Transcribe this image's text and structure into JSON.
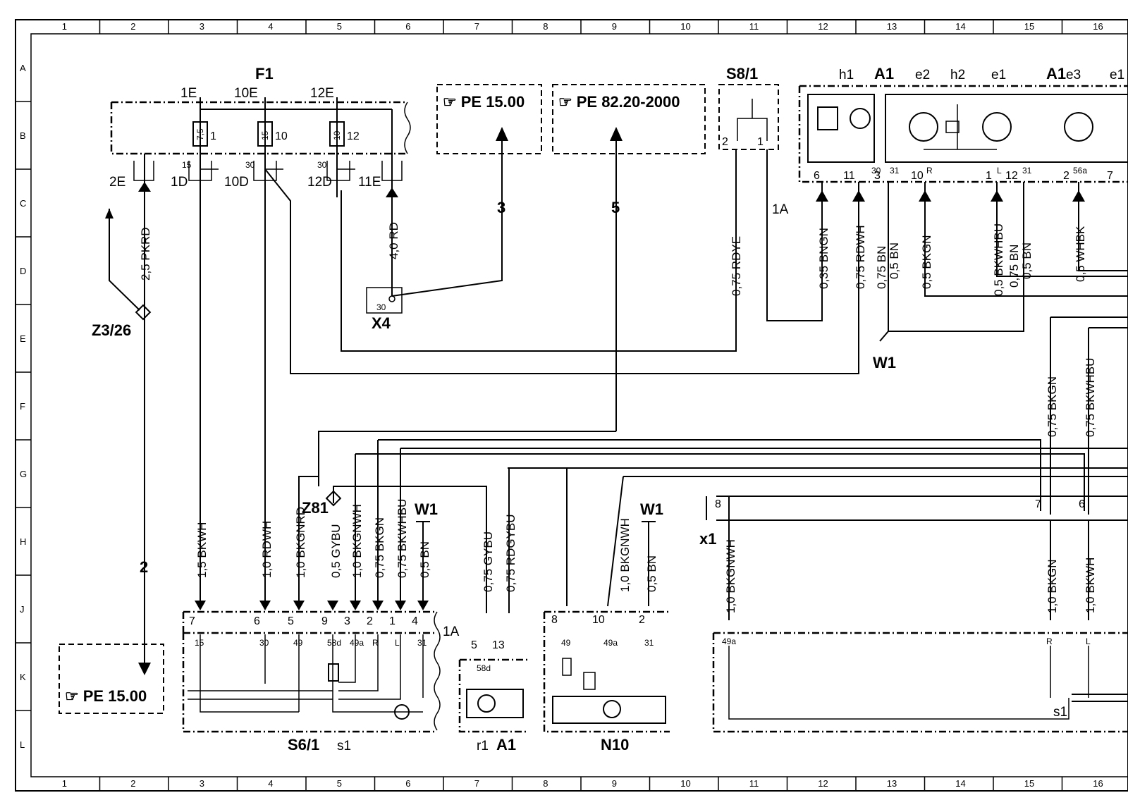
{
  "grid": {
    "cols": [
      "1",
      "2",
      "3",
      "4",
      "5",
      "6",
      "7",
      "8",
      "9",
      "10",
      "11",
      "12",
      "13",
      "14",
      "15",
      "16"
    ],
    "rows": [
      "A",
      "B",
      "C",
      "D",
      "E",
      "F",
      "G",
      "H",
      "J",
      "K",
      "L"
    ]
  },
  "components": {
    "f1": "F1",
    "s8": "S8/1",
    "x4": "X4",
    "z3": "Z3/26",
    "z81": "Z81",
    "w1": "W1",
    "s6": "S6/1",
    "s1": "s1",
    "r1": "r1",
    "a1": "A1",
    "n10": "N10",
    "x1": "x1",
    "h1": "h1",
    "e2": "e2",
    "h2": "h2",
    "e1": "e1",
    "e3": "e3",
    "e1b": "e1"
  },
  "references": {
    "pe1500": "PE  15.00",
    "pe8220": "PE  82.20-2000",
    "pe1500b": "PE  15.00",
    "symbol": "☞"
  },
  "fuses": {
    "f1": {
      "top": "1E",
      "value": "7,5",
      "num": "1",
      "bottom": "15"
    },
    "f2": {
      "top": "10E",
      "value": "15",
      "num": "10",
      "bottom": "30"
    },
    "f3": {
      "top": "12E",
      "value": "10",
      "num": "12",
      "bottom": "30"
    }
  },
  "connectors": {
    "c2e": "2E",
    "c1d": "1D",
    "c10d": "10D",
    "c12d": "12D",
    "c11e": "11E",
    "c1a": "1A",
    "c1a2": "1A",
    "x4pin": "30",
    "s8p2": "2",
    "s8p1": "1"
  },
  "wires": {
    "w1": "2,5  PKRD",
    "w2": "4,0  RD",
    "w3": "0,75  RDYE",
    "w4": "0,35  BNGN",
    "w5": "0,75  RDWH",
    "w6": "0,75  BN",
    "w6b": "0,5  BN",
    "w7": "0,5  BKGN",
    "w8": "0,5  BKWHBU",
    "w9": "0,75  BN",
    "w9b": "0,5  BN",
    "w10": "0,5  WHBK",
    "w11": "0,75  BKGN",
    "w12": "0,75  BKWHBU",
    "w13": "1,5  BKWH",
    "w14": "1,0  RDWH",
    "w15": "1,0  BKGNRD",
    "w16": "0,5  GYBU",
    "w17": "1,0  BKGNWH",
    "w18": "0,75  BKGN",
    "w19": "0,75  BKWHBU",
    "w20": "0,5  BN",
    "w21": "0,75  GYBU",
    "w22": "0,75  RDGYBU",
    "w23": "1,0  BKGNWH",
    "w24": "0,5  BN",
    "w25": "1,0  BKGNWH",
    "w26": "1,0  BKGN",
    "w27": "1,0  BKWH"
  },
  "signals": {
    "s2": "2",
    "s3": "3",
    "s5": "5"
  },
  "pins": {
    "a1": [
      "6",
      "11",
      "3",
      "10",
      "1",
      "12",
      "2",
      "7"
    ],
    "a1top": [
      "30",
      "31",
      "R",
      "L",
      "31",
      "56a"
    ],
    "s6": [
      "7",
      "6",
      "5",
      "9",
      "3",
      "2",
      "1",
      "4"
    ],
    "s6in": [
      "15",
      "30",
      "49",
      "58d",
      "49a",
      "R",
      "L",
      "31"
    ],
    "a1b": [
      "5",
      "13"
    ],
    "a1bin": "58d",
    "n10": [
      "8",
      "10",
      "2"
    ],
    "n10in": [
      "49",
      "49a",
      "31"
    ],
    "x1": [
      "8",
      "7",
      "6"
    ],
    "x1in": [
      "49a",
      "R",
      "L"
    ]
  }
}
